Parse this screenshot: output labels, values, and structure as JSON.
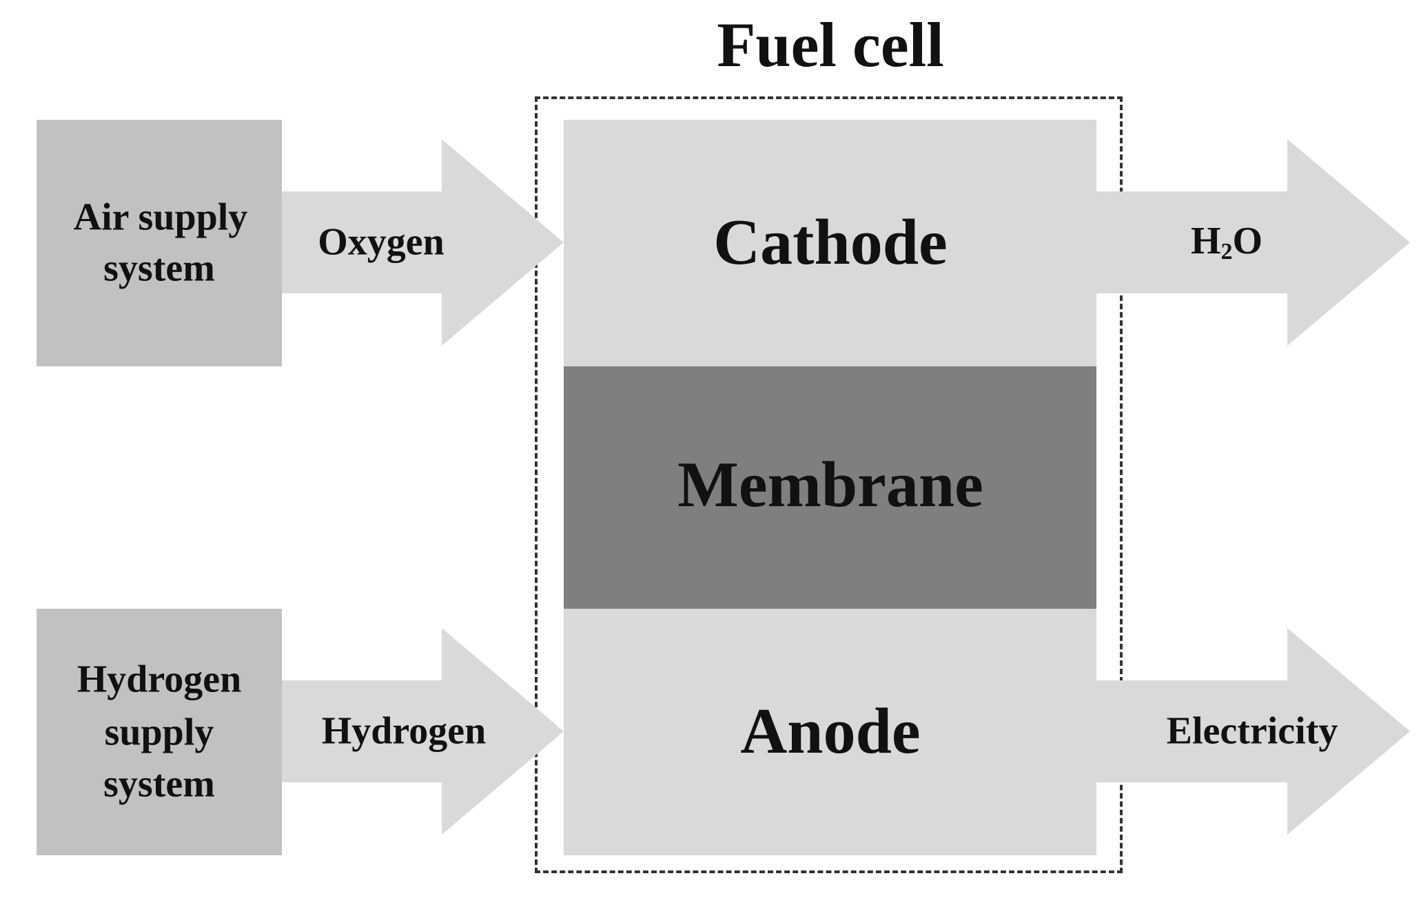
{
  "title": "Fuel cell",
  "sources": {
    "air": {
      "label_line1": "Air supply",
      "label_line2": "system"
    },
    "hydrogen": {
      "label_line1": "Hydrogen",
      "label_line2": "supply",
      "label_line3": "system"
    }
  },
  "inputs": {
    "oxygen": "Oxygen",
    "hydrogen": "Hydrogen"
  },
  "layers": {
    "cathode": "Cathode",
    "membrane": "Membrane",
    "anode": "Anode"
  },
  "outputs": {
    "water_main": "H",
    "water_sub": "2",
    "water_tail": "O",
    "electricity": "Electricity"
  },
  "colors": {
    "source_box": "#c1c1c1",
    "arrow": "#d9d9d9",
    "electrode": "#d9d9d9",
    "membrane": "#7f7f7f",
    "dashed_border": "#333333"
  }
}
